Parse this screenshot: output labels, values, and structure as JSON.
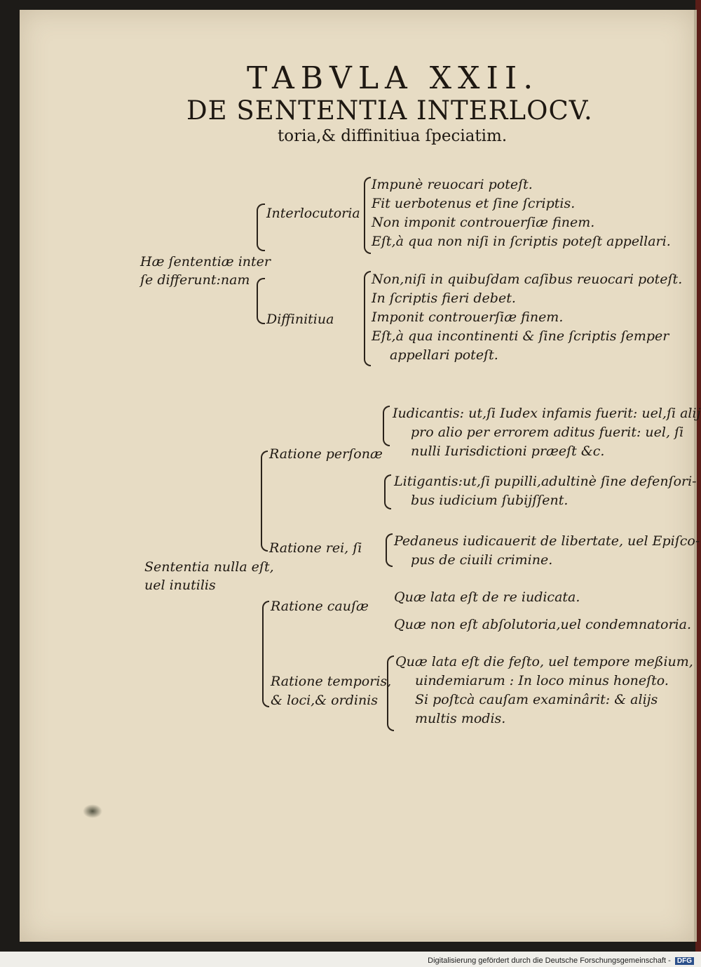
{
  "title": {
    "line1": "TABVLA XXII.",
    "line2": "DE SENTENTIA INTERLOCV.",
    "line3": "toria,& diffinitiua ſpeciatim."
  },
  "section1": {
    "root_line1": "Hæ ſententiæ inter",
    "root_line2": "ſe differunt:nam",
    "interlocutoria": {
      "label": "Interlocutoria",
      "items": [
        "Impunè reuocari poteſt.",
        "Fit uerbotenus et ſine ſcriptis.",
        "Non imponit controuerſiæ finem.",
        "Eſt,à qua non niſi in ſcriptis poteſt appellari."
      ]
    },
    "diffinitiua": {
      "label": "Diffinitiua",
      "items": [
        "Non,niſi in quibuſdam caſibus reuocari poteſt.",
        "In ſcriptis fieri debet.",
        "Imponit controuerſiæ finem.",
        "Eſt,à qua incontinenti & ſine ſcriptis ſemper",
        "appellari poteſt."
      ]
    }
  },
  "section2": {
    "root_line1": "Sententia nulla eſt,",
    "root_line2": "uel inutilis",
    "persona": {
      "label": "Ratione perſonæ",
      "iudicantis": [
        "Iudicantis: ut,ſi Iudex infamis fuerit: uel,ſi alij",
        "pro alio per errorem aditus fuerit: uel, ſi",
        "nulli Iurisdictioni præeſt &c."
      ],
      "litigantis": [
        "Litigantis:ut,ſi pupilli,adultinè ſine defenſori-",
        "bus iudicium ſubijſſent."
      ]
    },
    "rei": {
      "label": "Ratione rei, ſi",
      "items": [
        "Pedaneus iudicauerit de libertate, uel Epiſco-",
        "pus de ciuili crimine."
      ]
    },
    "causae": {
      "label": "Ratione cauſæ",
      "items": [
        "Quæ lata eſt de re iudicata.",
        "Quæ non eſt abſolutoria,uel condemnatoria."
      ]
    },
    "temporis": {
      "label1": "Ratione temporis,",
      "label2": "& loci,& ordinis",
      "items": [
        "Quæ lata eſt die feſto, uel tempore meßium,",
        "uindemiarum : In loco minus honeſto.",
        "Si poſtcà cauſam examinârit: & alijs",
        "multis modis."
      ]
    }
  },
  "footer": {
    "text": "Digitalisierung gefördert durch die Deutsche Forschungsgemeinschaft -",
    "logo": "DFG"
  }
}
